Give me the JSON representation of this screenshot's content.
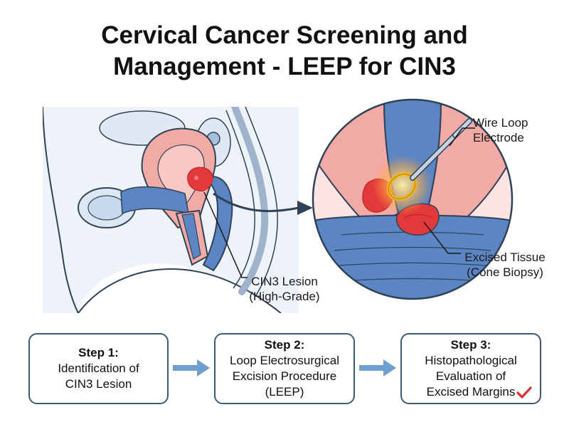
{
  "title": {
    "line1": "Cervical Cancer Screening and",
    "line2": "Management - LEEP for CIN3"
  },
  "labels": {
    "electrode_line1": "Wire Loop",
    "electrode_line2": "Electrode",
    "tissue_line1": "Excised Tissue",
    "tissue_line2": "(Cone Biopsy)",
    "lesion_line1": "CIN3 Lesion",
    "lesion_line2": "(High-Grade)"
  },
  "steps": [
    {
      "heading": "Step 1:",
      "lines": [
        "Identification of",
        "CIN3 Lesion"
      ]
    },
    {
      "heading": "Step 2:",
      "lines": [
        "Loop Electrosurgical",
        "Excision Procedure",
        "(LEEP)"
      ]
    },
    {
      "heading": "Step 3:",
      "lines": [
        "Histopathological",
        "Evaluation of",
        "Excised Margins"
      ]
    }
  ],
  "icons": {
    "flow_arrow": "right-arrow-icon",
    "check": "checkmark-icon"
  },
  "colors": {
    "lesion": "#e23a3a",
    "tissue_pink": "#f2aaa6",
    "canal_blue": "#5b86c3",
    "outline": "#2f4257",
    "arrow_blue": "#6e9fd0",
    "check_red": "#d93030",
    "electrode_yellow": "#f4b623"
  }
}
